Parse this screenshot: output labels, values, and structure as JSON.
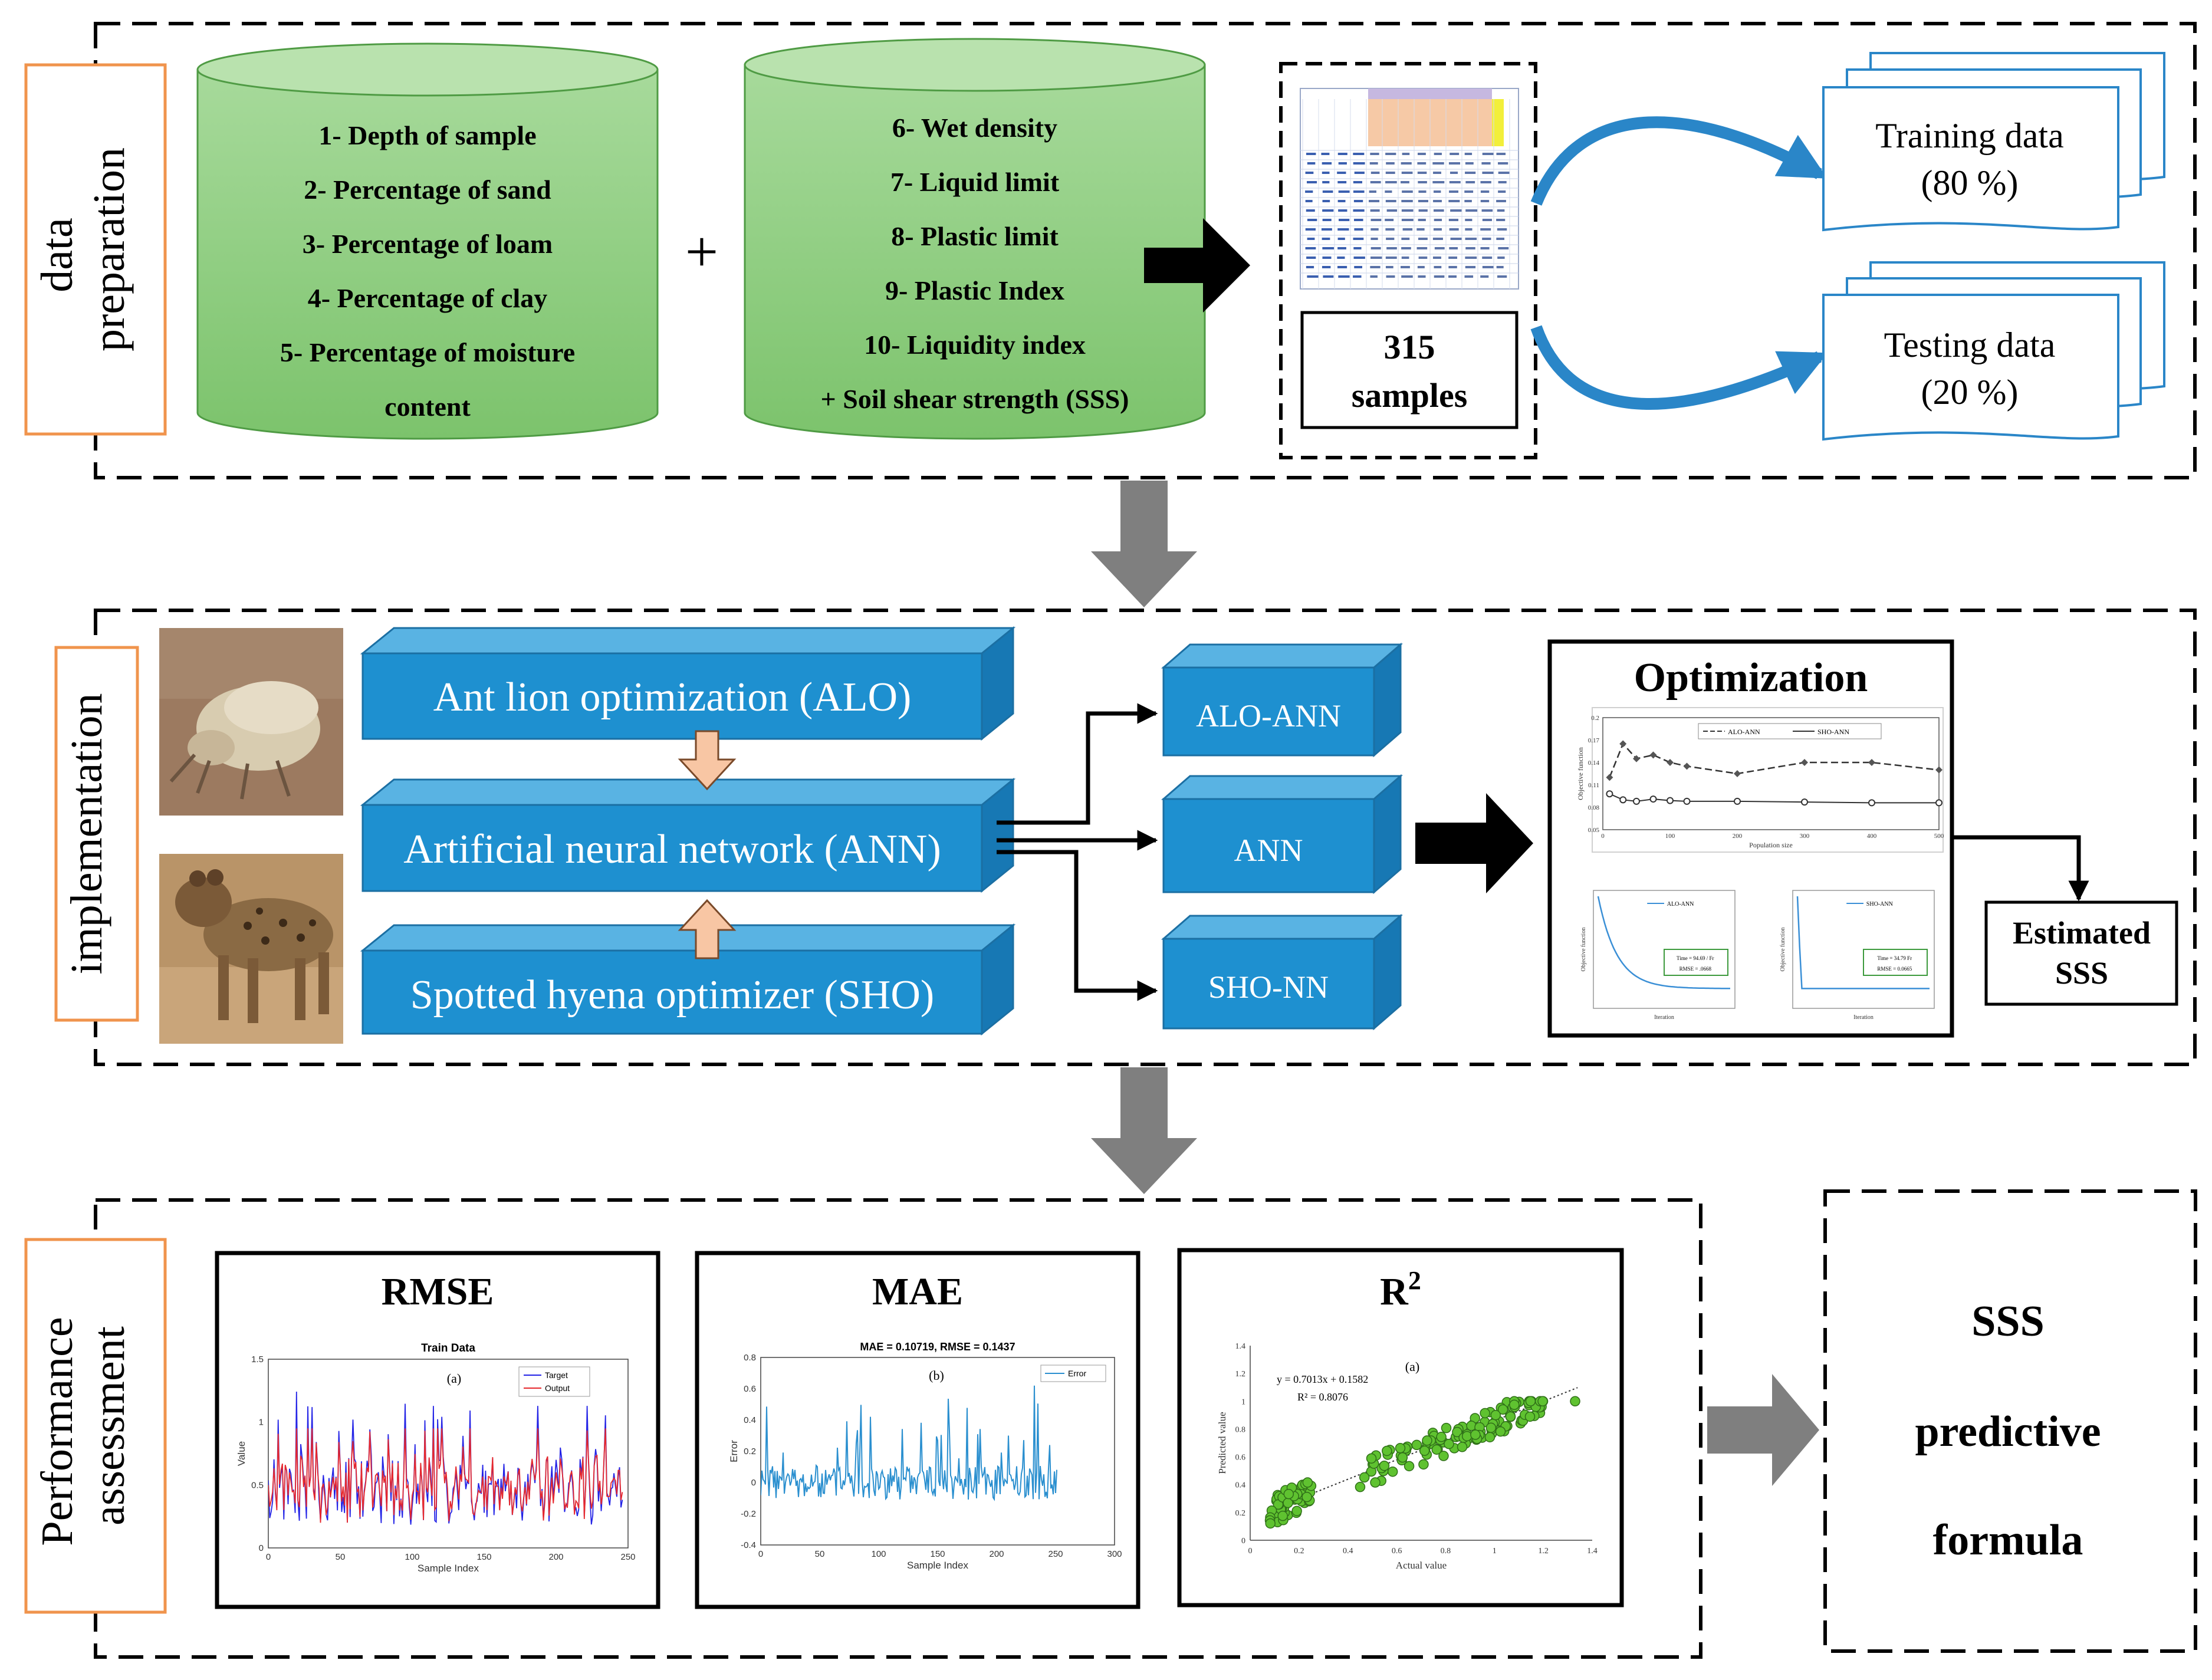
{
  "stages": {
    "data_preparation": "data preparation",
    "implementation": "implementation",
    "performance_assessment": "Performance assessment"
  },
  "input_db_1": {
    "items": [
      "1- Depth of sample",
      "2- Percentage of sand",
      "3- Percentage of loam",
      "4- Percentage of clay",
      "5- Percentage of moisture",
      "content"
    ]
  },
  "plus_sign": "+",
  "input_db_2": {
    "items": [
      "6- Wet density",
      "7- Liquid limit",
      "8- Plastic limit",
      "9- Plastic Index",
      "10- Liquidity index",
      "+ Soil shear strength (SSS)"
    ]
  },
  "dataset": {
    "count": "315",
    "unit": "samples"
  },
  "split": {
    "training_label": "Training data",
    "training_pct": "(80 %)",
    "testing_label": "Testing data",
    "testing_pct": "(20 %)"
  },
  "methods": {
    "alo": "Ant lion optimization (ALO)",
    "ann": "Artificial neural network (ANN)",
    "sho": "Spotted hyena optimizer (SHO)"
  },
  "models": [
    "ALO-ANN",
    "ANN",
    "SHO-NN"
  ],
  "optimization": {
    "title": "Optimization",
    "ylabel": "Objective function",
    "xlabel": "Population size",
    "legend": [
      "ALO-ANN",
      "SHO-ANN"
    ],
    "yticks": [
      "0.2",
      "0.17",
      "0.14",
      "0.11",
      "0.08",
      "0.05"
    ],
    "xticks": [
      "0",
      "100",
      "200",
      "300",
      "400",
      "500"
    ],
    "series_alo": [
      0.12,
      0.165,
      0.145,
      0.15,
      0.14,
      0.135,
      0.125,
      0.14,
      0.14,
      0.13
    ],
    "series_sho": [
      0.098,
      0.09,
      0.088,
      0.091,
      0.089,
      0.088,
      0.088,
      0.087,
      0.086,
      0.086
    ],
    "sub1_legend": "ALO-ANN",
    "sub1_y": "Objective function",
    "sub1_x": "Iteration",
    "sub1_box": [
      "Time = 94.69 / Fr",
      "RMSE = .0668"
    ],
    "sub2_legend": "SHO-ANN",
    "sub2_y": "Objective function",
    "sub2_x": "Iteration",
    "sub2_box": [
      "Time = 34.79 Fr",
      "RMSE = 0.0665"
    ],
    "estimated": "Estimated SSS"
  },
  "performance": {
    "rmse": {
      "title": "RMSE",
      "chart_title": "Train Data",
      "tag": "(a)",
      "legend": [
        "Target",
        "Output"
      ],
      "ylabel": "Value",
      "xlabel": "Sample Index",
      "yticks": [
        "1.5",
        "1",
        "0.5",
        "0"
      ],
      "xticks": [
        "0",
        "50",
        "100",
        "150",
        "200",
        "250"
      ]
    },
    "mae": {
      "title": "MAE",
      "chart_title": "MAE = 0.10719, RMSE = 0.1437",
      "tag": "(b)",
      "legend": [
        "Error"
      ],
      "ylabel": "Error",
      "xlabel": "Sample Index",
      "yticks": [
        "0.8",
        "0.6",
        "0.4",
        "0.2",
        "0",
        "-0.2",
        "-0.4"
      ],
      "xticks": [
        "0",
        "50",
        "100",
        "150",
        "200",
        "250",
        "300"
      ]
    },
    "r2": {
      "title": "R",
      "title_sup": "2",
      "tag": "(a)",
      "equation": "y = 0.7013x + 0.1582",
      "r2_label": "R² = 0.8076",
      "ylabel": "Predicted value",
      "xlabel": "Actual value",
      "yticks": [
        "1.4",
        "1.2",
        "1",
        "0.8",
        "0.6",
        "0.4",
        "0.2",
        "0"
      ],
      "xticks": [
        "0",
        "0.2",
        "0.4",
        "0.6",
        "0.8",
        "1",
        "1.2",
        "1.4"
      ]
    }
  },
  "result": {
    "line1": "SSS",
    "line2": "predictive",
    "line3": "formula"
  },
  "colors": {
    "db_green": "#8ccc7f",
    "box_blue": "#1e90d0",
    "arrow_grey": "#7f7f7f",
    "label_orange": "#f0944d",
    "target_blue": "#2323e6",
    "output_red": "#e6282d",
    "error_blue": "#2a8fcf",
    "scatter_green": "#5fc230"
  }
}
